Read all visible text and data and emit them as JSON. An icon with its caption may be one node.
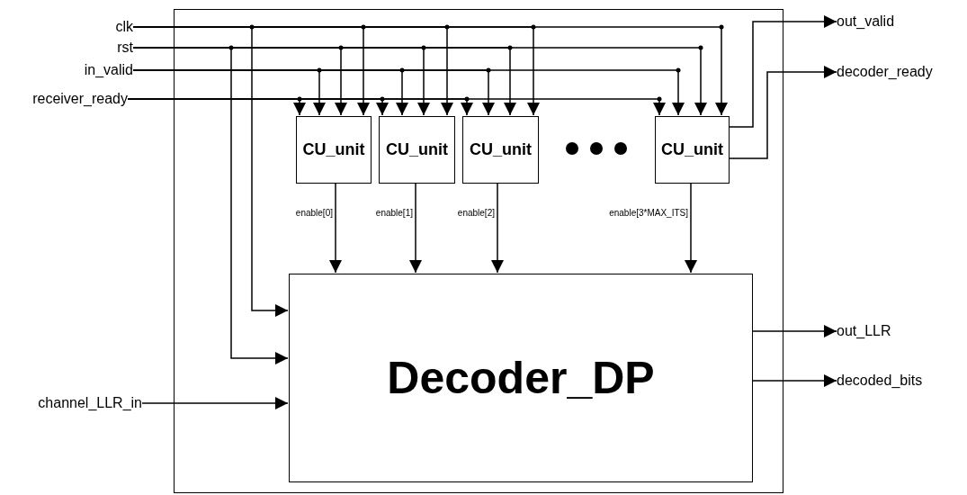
{
  "diagram": {
    "nodes": [
      {
        "text": [],
        "shape": "box"
      },
      {
        "text": [
          "clk"
        ]
      },
      {
        "text": [
          "rst"
        ]
      },
      {
        "text": [
          "in_valid"
        ]
      },
      {
        "text": [
          "receiver_ready"
        ]
      },
      {
        "text": [
          "channel_LLR_in"
        ]
      },
      {
        "text": [
          "CU_unit"
        ],
        "in": 0
      },
      {
        "text": [
          "CU_unit"
        ],
        "in": 0
      },
      {
        "text": [
          "CU_unit"
        ],
        "in": 0
      },
      {
        "text": [
          "CU_unit"
        ],
        "in": 0
      },
      {
        "text": [
          "Decoder_DP"
        ],
        "in": 0
      },
      {
        "text": [
          "out_valid"
        ]
      },
      {
        "text": [
          "decoder_ready"
        ]
      },
      {
        "text": [
          "out_LLR"
        ]
      },
      {
        "text": [
          "decoded_bits"
        ]
      }
    ],
    "edges": [
      {
        "from": 1,
        "to": 6,
        "arrow": "to"
      },
      {
        "from": 1,
        "to": 7,
        "arrow": "to"
      },
      {
        "from": 1,
        "to": 8,
        "arrow": "to"
      },
      {
        "from": 1,
        "to": 9,
        "arrow": "to"
      },
      {
        "from": 1,
        "to": 10,
        "arrow": "to"
      },
      {
        "from": 2,
        "to": 6,
        "arrow": "to"
      },
      {
        "from": 2,
        "to": 7,
        "arrow": "to"
      },
      {
        "from": 2,
        "to": 8,
        "arrow": "to"
      },
      {
        "from": 2,
        "to": 9,
        "arrow": "to"
      },
      {
        "from": 2,
        "to": 10,
        "arrow": "to"
      },
      {
        "from": 3,
        "to": 6,
        "arrow": "to"
      },
      {
        "from": 3,
        "to": 7,
        "arrow": "to"
      },
      {
        "from": 3,
        "to": 8,
        "arrow": "to"
      },
      {
        "from": 3,
        "to": 9,
        "arrow": "to"
      },
      {
        "from": 4,
        "to": 6,
        "arrow": "to"
      },
      {
        "from": 4,
        "to": 7,
        "arrow": "to"
      },
      {
        "from": 4,
        "to": 8,
        "arrow": "to"
      },
      {
        "from": 4,
        "to": 9,
        "arrow": "to"
      },
      {
        "from": 5,
        "to": 10,
        "arrow": "to"
      },
      {
        "from": 6,
        "to": 10,
        "arrow": "to",
        "label": "enable[0]"
      },
      {
        "from": 7,
        "to": 10,
        "arrow": "to",
        "label": "enable[1]"
      },
      {
        "from": 8,
        "to": 10,
        "arrow": "to",
        "label": "enable[2]"
      },
      {
        "from": 9,
        "to": 10,
        "arrow": "to",
        "label": "enable[3*MAX_ITS]"
      },
      {
        "from": 9,
        "to": 11,
        "arrow": "to"
      },
      {
        "from": 9,
        "to": 12,
        "arrow": "to"
      },
      {
        "from": 10,
        "to": 13,
        "arrow": "to"
      },
      {
        "from": 10,
        "to": 14,
        "arrow": "to"
      }
    ]
  }
}
